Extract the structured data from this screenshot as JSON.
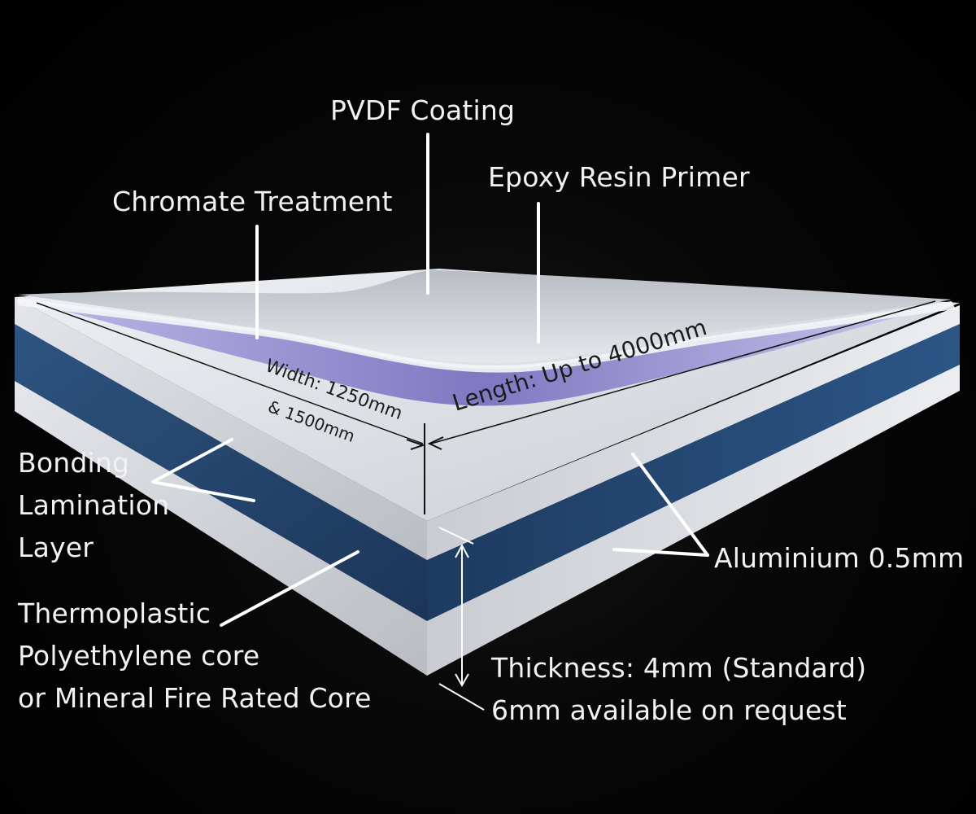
{
  "labels": {
    "pvdf_coating": "PVDF Coating",
    "epoxy_resin_primer": "Epoxy Resin Primer",
    "chromate_treatment": "Chromate Treatment",
    "bonding_lamination_layer": [
      "Bonding",
      "Lamination",
      "Layer"
    ],
    "thermoplastic_core": [
      "Thermoplastic",
      "Polyethylene core",
      "or Mineral Fire Rated Core"
    ],
    "aluminium": "Aluminium 0.5mm",
    "thickness": [
      "Thickness: 4mm (Standard)",
      "6mm available on request"
    ]
  },
  "dimensions": {
    "width_line1": "Width: 1250mm",
    "width_line2": "& 1500mm",
    "length": "Length: Up to 4000mm"
  },
  "colors": {
    "background": "#000000",
    "core_blue": "#1f3d63",
    "aluminium_edge": "#d9dde2",
    "chromate_violet": "#8a84c6",
    "text": "#f2f2f2"
  }
}
